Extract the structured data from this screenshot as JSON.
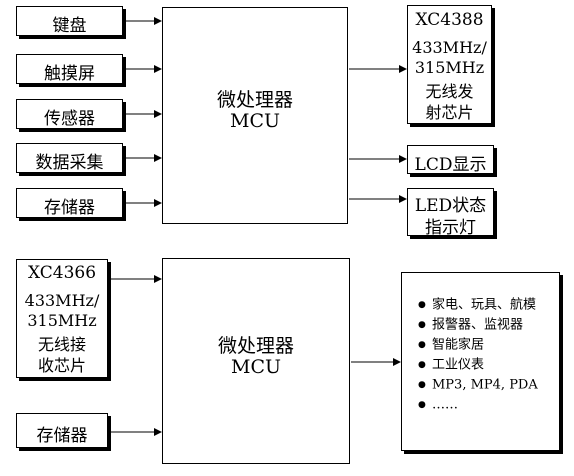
{
  "top_system": {
    "inputs": [
      "键盘",
      "触摸屏",
      "传感器",
      "数据采集",
      "存储器"
    ],
    "processor": {
      "line1": "微处理器",
      "line2": "MCU"
    },
    "outputs": {
      "rf_chip": {
        "model": "XC4388",
        "freq1": "433MHz/",
        "freq2": "315MHz",
        "desc1": "无线发",
        "desc2": "射芯片"
      },
      "lcd": "LCD显示",
      "led": {
        "line1": "LED状态",
        "line2": "指示灯"
      }
    }
  },
  "bottom_system": {
    "rf_chip": {
      "model": "XC4366",
      "freq1": "433MHz/",
      "freq2": "315MHz",
      "desc1": "无线接",
      "desc2": "收芯片"
    },
    "storage": "存储器",
    "processor": {
      "line1": "微处理器",
      "line2": "MCU"
    },
    "applications": {
      "bullet": "●",
      "items": [
        "家电、玩具、航模",
        "报警器、监视器",
        "智能家居",
        "工业仪表",
        "MP3, MP4, PDA",
        "……"
      ]
    }
  }
}
